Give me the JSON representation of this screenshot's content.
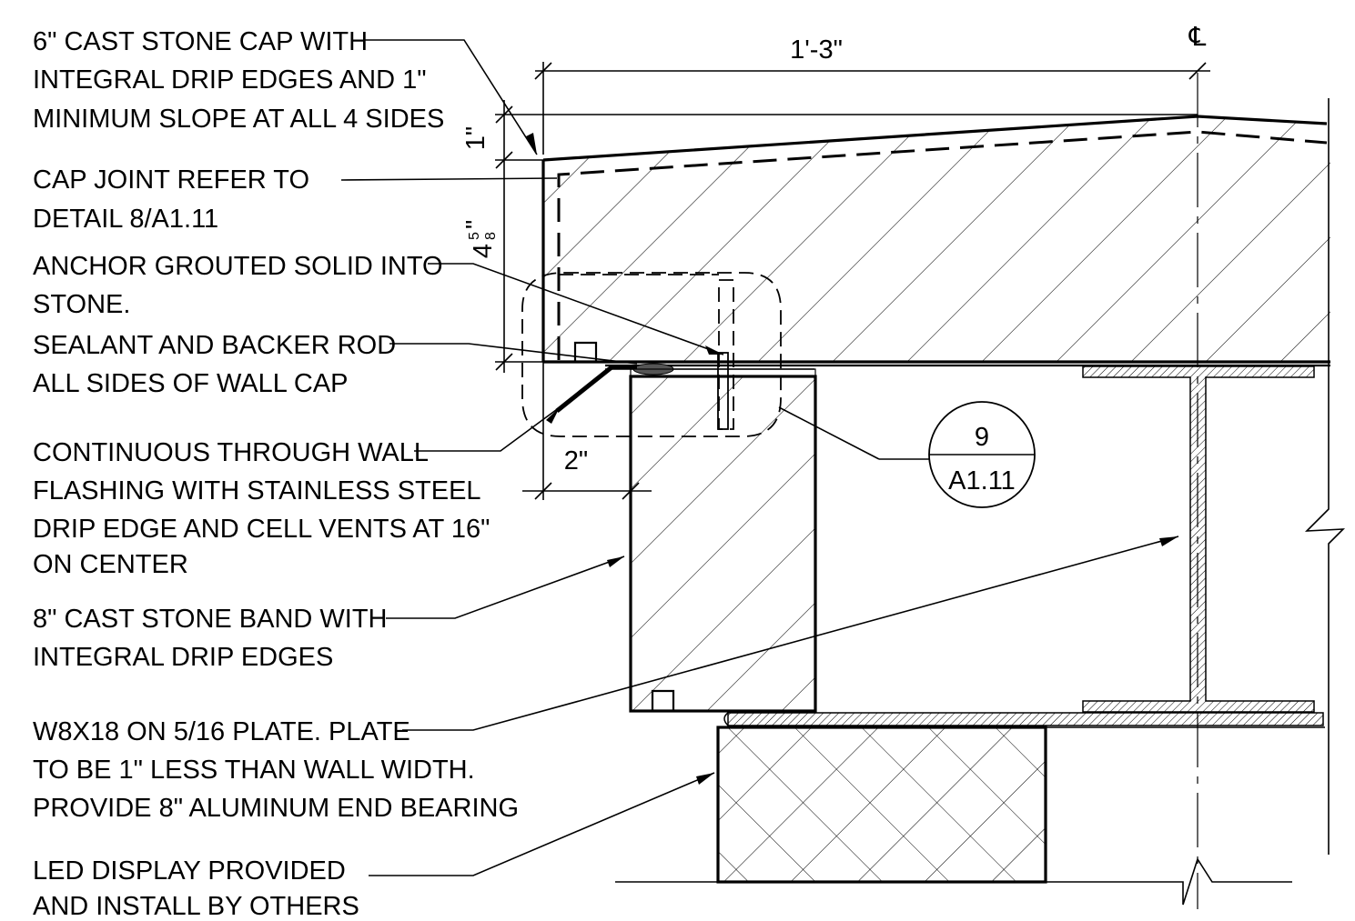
{
  "notes": {
    "n1_l1": "6\" CAST STONE CAP WITH",
    "n1_l2": "INTEGRAL DRIP EDGES AND 1\"",
    "n1_l3": "MINIMUM SLOPE AT ALL 4 SIDES",
    "n2_l1": "CAP JOINT REFER TO",
    "n2_l2": "DETAIL  8/A1.11",
    "n3_l1": "ANCHOR GROUTED SOLID INTO",
    "n3_l2": "STONE.",
    "n4_l1": "SEALANT AND BACKER ROD",
    "n4_l2": "ALL SIDES OF WALL CAP",
    "n5_l1": "CONTINUOUS THROUGH WALL",
    "n5_l2": "FLASHING WITH STAINLESS STEEL",
    "n5_l3": "DRIP EDGE AND CELL VENTS AT 16\"",
    "n5_l4": "ON CENTER",
    "n6_l1": "8\" CAST STONE BAND WITH",
    "n6_l2": "INTEGRAL DRIP EDGES",
    "n7_l1": "W8X18 ON 5/16 PLATE. PLATE",
    "n7_l2": "TO BE 1\" LESS THAN WALL WIDTH.",
    "n7_l3": "PROVIDE 8\" ALUMINUM END BEARING",
    "n8_l1": "LED DISPLAY PROVIDED",
    "n8_l2": "AND INSTALL BY OTHERS"
  },
  "dimensions": {
    "width_top": "1'-3\"",
    "slope": "1\"",
    "cap_height_whole": "4",
    "cap_height_num": "5",
    "cap_height_den": "8",
    "cap_height_inch": "\"",
    "drip_offset": "2\""
  },
  "detail_tag": {
    "number": "9",
    "sheet": "A1.11"
  },
  "centerline_mark": "℄"
}
